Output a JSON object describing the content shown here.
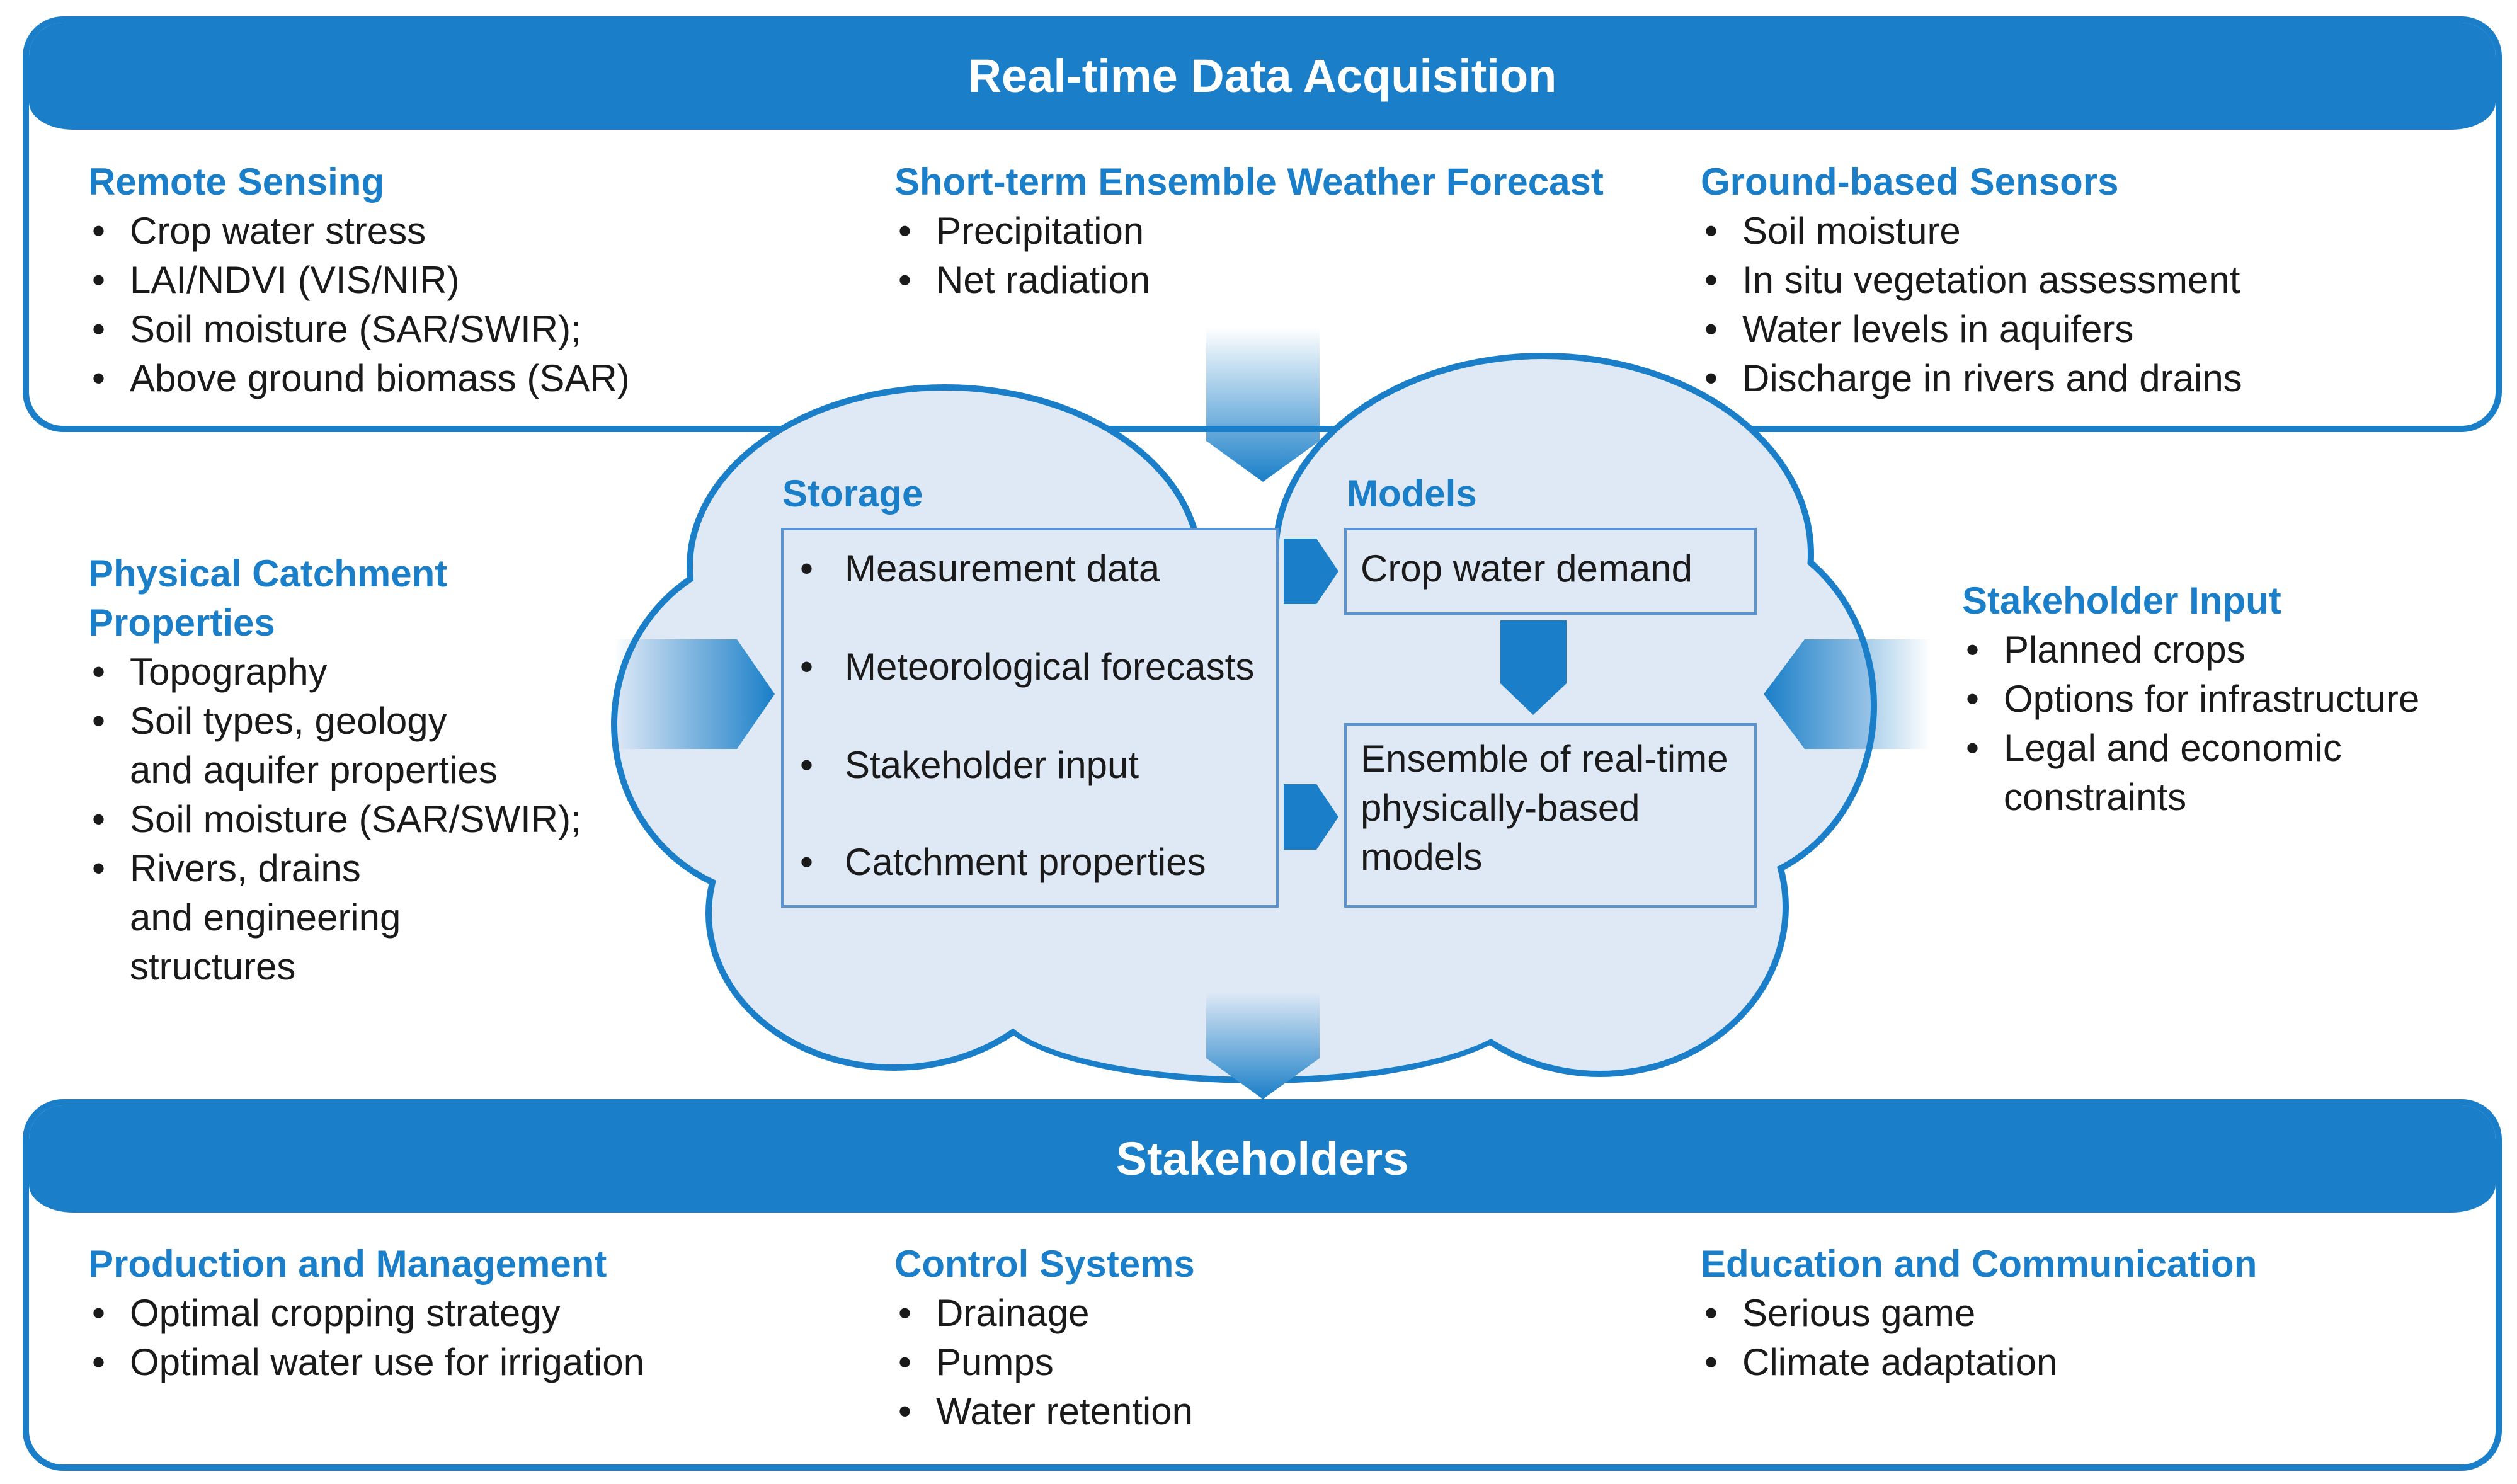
{
  "colors": {
    "accent": "#1a7fc8",
    "cloud_fill": "#dfe9f6",
    "cloud_stroke": "#1a7fc8",
    "box_stroke": "#5a93cf"
  },
  "top_panel": {
    "title": "Real-time Data Acquisition",
    "remote_sensing": {
      "title": "Remote Sensing",
      "items": [
        "Crop water stress",
        "LAI/NDVI (VIS/NIR)",
        "Soil moisture (SAR/SWIR);",
        "Above ground biomass (SAR)"
      ]
    },
    "weather": {
      "title": "Short-term Ensemble Weather Forecast",
      "items": [
        "Precipitation",
        "Net radiation"
      ]
    },
    "ground": {
      "title": "Ground-based Sensors",
      "items": [
        "Soil moisture",
        "In situ vegetation assessment",
        "Water levels in aquifers",
        "Discharge in rivers and drains"
      ]
    }
  },
  "catchment": {
    "title_line1": "Physical Catchment",
    "title_line2": "Properties",
    "items": [
      "Topography",
      "Soil types, geology",
      "Soil moisture (SAR/SWIR);",
      "Rivers, drains"
    ],
    "items_cont": {
      "soil_types": "and aquifer properties",
      "rivers_1": "and engineering",
      "rivers_2": "structures"
    }
  },
  "stakeholder_input": {
    "title": "Stakeholder Input",
    "items": [
      "Planned crops",
      "Options for infrastructure",
      "Legal and economic"
    ],
    "items_cont": {
      "legal": "constraints"
    }
  },
  "cloud": {
    "storage": {
      "label": "Storage",
      "items": [
        "Measurement data",
        "Meteorological forecasts",
        "Stakeholder input",
        "Catchment properties"
      ]
    },
    "models": {
      "label": "Models",
      "crop_demand": "Crop water demand",
      "ensemble_lines": [
        "Ensemble of real-time",
        "physically-based",
        "models"
      ]
    }
  },
  "bottom_panel": {
    "title": "Stakeholders",
    "production": {
      "title": "Production and Management",
      "items": [
        "Optimal cropping strategy",
        "Optimal water use for irrigation"
      ]
    },
    "control": {
      "title": "Control Systems",
      "items": [
        "Drainage",
        "Pumps",
        "Water retention"
      ]
    },
    "education": {
      "title": "Education and Communication",
      "items": [
        "Serious game",
        "Climate adaptation"
      ]
    }
  }
}
